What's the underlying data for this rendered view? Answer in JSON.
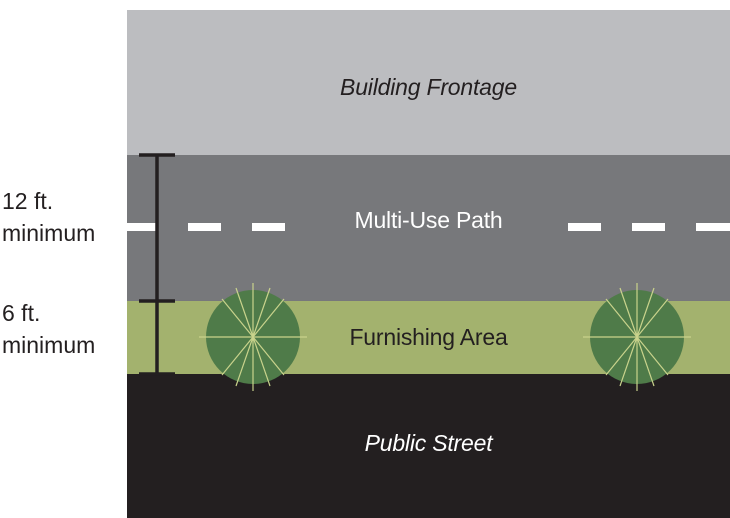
{
  "bands": {
    "building": {
      "label": "Building Frontage"
    },
    "path": {
      "label": "Multi-Use Path"
    },
    "furnishing": {
      "label": "Furnishing Area"
    },
    "street": {
      "label": "Public Street"
    }
  },
  "dimensions": {
    "path_width": {
      "line1": "12 ft.",
      "line2": "minimum"
    },
    "furnishing_width": {
      "line1": "6 ft.",
      "line2": "minimum"
    }
  },
  "colors": {
    "building": "#bcbdc0",
    "path": "#77787b",
    "furnishing": "#a3b26e",
    "street": "#231f20",
    "tree": "#4f7b49",
    "tree_lines": "#c9d38c",
    "dash": "#ffffff",
    "dimension_line": "#231f20"
  },
  "icons": [
    "tree-icon",
    "dimension-bar-icon",
    "centerline-dash-icon"
  ]
}
